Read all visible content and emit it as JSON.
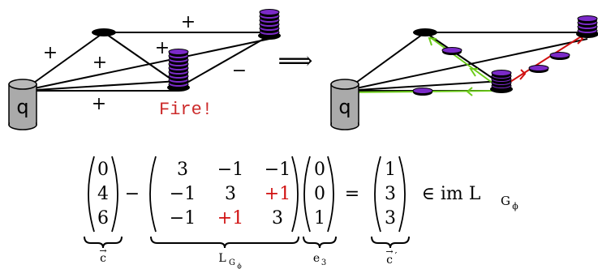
{
  "colors": {
    "chip_fill": "#7b2ac8",
    "chip_dark": "#000000",
    "sink_fill": "#aaaaaa",
    "fire_text": "#cc2b2b",
    "red_arrow": "#d01010",
    "green_arrow": "#6ccc1a",
    "accent_red": "#d01010",
    "line": "#000000"
  },
  "left_graph": {
    "sink_label": "q",
    "edge_signs": [
      "+",
      "+",
      "+",
      "+",
      "+",
      "−"
    ],
    "fire_label": "Fire!"
  },
  "implies_symbol": "⟹",
  "right_graph": {
    "sink_label": "q"
  },
  "equation": {
    "minus": "−",
    "equals": "=",
    "membership": "∈ im L",
    "membership_sub": "G",
    "membership_subsub": "ϕ",
    "vec_c": [
      "0",
      "4",
      "6"
    ],
    "laplacian": [
      [
        "3",
        "−1",
        "−1"
      ],
      [
        "−1",
        "3",
        "+1"
      ],
      [
        "−1",
        "+1",
        "3"
      ]
    ],
    "e3": [
      "0",
      "0",
      "1"
    ],
    "result": [
      "1",
      "3",
      "3"
    ],
    "brace_labels": {
      "c": "c",
      "c_arrow": "→",
      "lap": "L",
      "lap_sub": "G",
      "lap_subsub": "ϕ",
      "e3": "e",
      "e3_sub": "3",
      "c_prime": "c",
      "c_prime_arrow": "→",
      "c_prime_mark": "′"
    }
  }
}
